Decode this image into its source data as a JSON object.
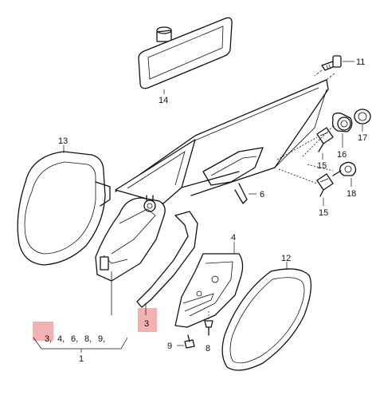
{
  "diagram": {
    "callouts": {
      "p1": "1",
      "p3_group": "3,",
      "p4_group": "4,",
      "p6_group": "6,",
      "p8_group": "8,",
      "p9_group": "9,",
      "p3_label": "3",
      "p4": "4",
      "p6": "6",
      "p8": "8",
      "p9": "9",
      "p11": "11",
      "p12": "12",
      "p13": "13",
      "p14": "14",
      "p15a": "15",
      "p15b": "15",
      "p16": "16",
      "p17": "17",
      "p18": "18"
    },
    "colors": {
      "highlight": "#f2a3a3",
      "line": "#111111",
      "background": "#ffffff"
    }
  }
}
